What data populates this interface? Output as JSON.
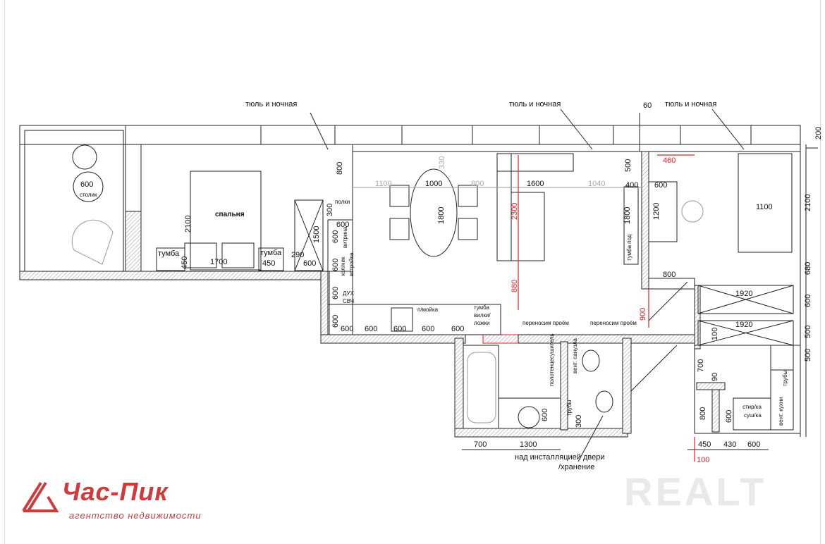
{
  "plan": {
    "notes": {
      "tulle_1": "тюль и ночная",
      "tulle_2": "тюль и ночная",
      "tulle_3": "тюль и ночная",
      "opening_1": "переносим проём",
      "opening_2": "переносим проём",
      "door_install_1": "над инсталляцией двери",
      "door_install_2": "/хранение"
    },
    "rooms": {
      "bedroom": "спальня",
      "table": "столик"
    },
    "furniture": {
      "tumba_1": "тумба",
      "tumba_2": "тумба",
      "vitrina": "витрина",
      "fridge_1": "хол/ник",
      "fridge_2": "встройка",
      "oven_1": "ДУХ",
      "oven_2": "СВЧ",
      "dishwasher": "п/мойка",
      "cutlery_1": "тумба",
      "cutlery_2": "вилки/",
      "cutlery_3": "ложки",
      "shelf": "полки",
      "towel": "полотенцесушитель",
      "vent_bath": "вент. санузла",
      "pipes_1": "трубы",
      "pipes_2": "трубы",
      "tv_stand": "тумба под",
      "washer_1": "стир/ка",
      "washer_2": "суш/ка",
      "vent_kitchen": "вент. кухни"
    },
    "dimensions": {
      "d60": "60",
      "d200": "200",
      "d600_table": "600",
      "d800_a": "800",
      "d2100_bed": "2100",
      "d1700": "1700",
      "d450_a": "450",
      "d450_b": "450",
      "d290": "290",
      "d600_a": "600",
      "d1500": "1500",
      "d300_a": "300",
      "d600_b": "600",
      "d600_v1": "600",
      "d600_v2": "600",
      "d600_v3": "600",
      "d600_v4": "600",
      "d600_h1": "600",
      "d600_h2": "600",
      "d600_h3": "600",
      "d600_h4": "600",
      "d600_h5": "600",
      "d1100_g": "1100",
      "d1000": "1000",
      "d800_g": "800",
      "d330_g": "330",
      "d1800": "1800",
      "d1600": "1600",
      "d1040_g": "1040",
      "d2300_r": "2300",
      "d880_r": "880",
      "d500": "500",
      "d400": "400",
      "d1800_tv": "1800",
      "d600_desk": "600",
      "d1200": "1200",
      "d460_r": "460",
      "d1100_bed": "1100",
      "d2100_r": "2100",
      "d680": "680",
      "d800_door": "800",
      "d900_r": "900",
      "d1920_a": "1920",
      "d1920_b": "1920",
      "d600_w": "600",
      "d500_a": "500",
      "d500_b": "500",
      "d100": "100",
      "d700_c": "700",
      "d90": "90",
      "d800_c": "800",
      "d600_c": "600",
      "d450_c": "450",
      "d430": "430",
      "d600_c2": "600",
      "d100_r": "100",
      "d700_bath": "700",
      "d1300": "1300",
      "d600_sink": "600",
      "d300_wc": "300"
    }
  },
  "logo": {
    "title": "Час-Пик",
    "subtitle": "агентство недвижимости"
  },
  "watermark": "REALT",
  "colors": {
    "accent": "#d03a3a",
    "dimension_red": "#dd2222",
    "line": "#222222"
  }
}
